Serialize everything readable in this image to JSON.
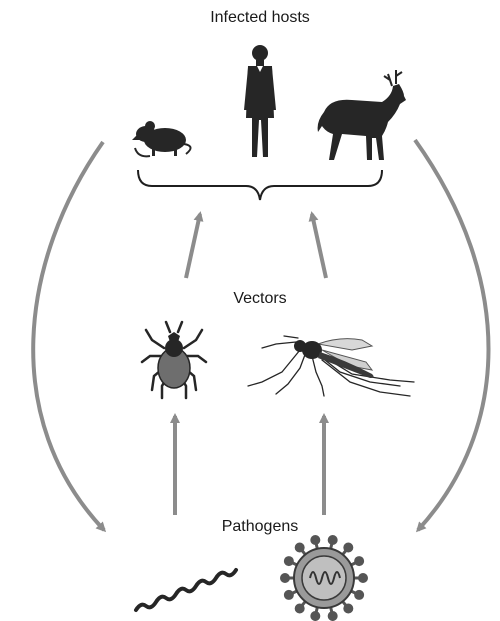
{
  "labels": {
    "hosts": "Infected hosts",
    "vectors": "Vectors",
    "pathogens": "Pathogens"
  },
  "hosts": [
    {
      "name": "mouse",
      "icon": "mouse-icon"
    },
    {
      "name": "human",
      "icon": "human-icon"
    },
    {
      "name": "deer",
      "icon": "deer-icon"
    }
  ],
  "vectors": [
    {
      "name": "tick",
      "icon": "tick-icon"
    },
    {
      "name": "mosquito",
      "icon": "mosquito-icon"
    }
  ],
  "pathogens": [
    {
      "name": "spirochete",
      "icon": "spirochete-icon"
    },
    {
      "name": "virus",
      "icon": "virus-icon"
    }
  ],
  "colors": {
    "arrow": "#8c8c8c",
    "silhouette": "#262626",
    "tick_body": "#6e6e6e",
    "virus_body": "#9a9a9a"
  }
}
